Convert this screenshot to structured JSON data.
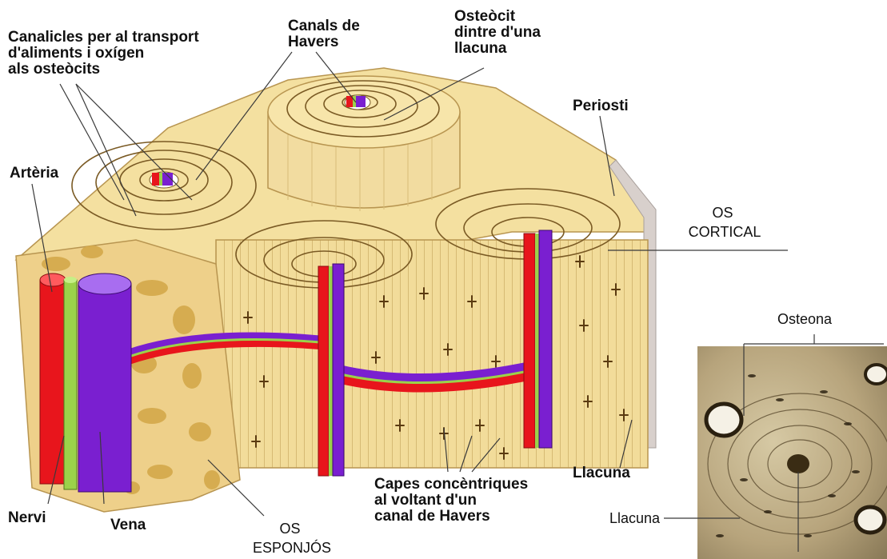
{
  "labels": {
    "canalicles": [
      "Canalicles per al transport",
      "d'aliments i oxígen",
      "als osteòcits"
    ],
    "canals_havers": [
      "Canals de",
      "Havers"
    ],
    "osteocit": [
      "Osteòcit",
      "dintre d'una",
      "llacuna"
    ],
    "periosti": "Periosti",
    "arteria": "Artèria",
    "os_cortical": [
      "OS",
      "CORTICAL"
    ],
    "osteona": "Osteona",
    "llacuna_right": "Llacuna",
    "llacuna_photo": "Llacuna",
    "capes": [
      "Capes concèntriques",
      "al voltant d'un",
      "canal de Havers"
    ],
    "nervi": "Nervi",
    "vena": "Vena",
    "os_esponjos": [
      "OS",
      "ESPONJÓS"
    ]
  },
  "colors": {
    "bone": "#f2dc9a",
    "bone_dark": "#d9bd6c",
    "bone_shadow": "#c9a860",
    "artery": "#e8151c",
    "vein": "#7a1fd0",
    "nerve": "#9bd24a",
    "periosteum": "#d8d0cc",
    "micrograph": "#b9ab86"
  }
}
